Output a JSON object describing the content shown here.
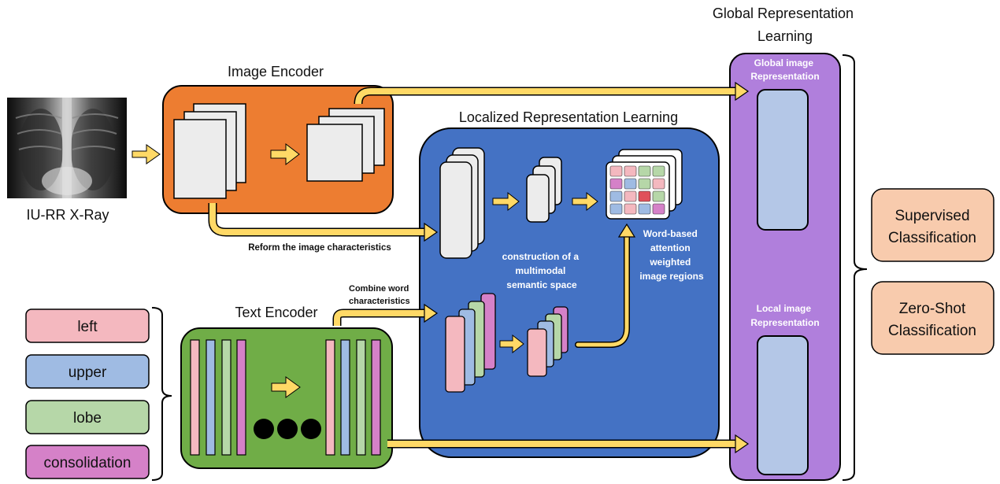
{
  "xray": {
    "label": "IU-RR X-Ray"
  },
  "image_encoder": {
    "title": "Image Encoder"
  },
  "text_encoder": {
    "title": "Text Encoder"
  },
  "localized": {
    "title": "Localized Representation Learning",
    "construction_lines": [
      "construction of a",
      "multimodal",
      "semantic space"
    ],
    "word_based_lines": [
      "Word-based",
      "attention",
      "weighted",
      "image regions"
    ]
  },
  "global": {
    "title_lines": [
      "Global Representation",
      "Learning"
    ],
    "global_image_lines": [
      "Global image",
      "Representation"
    ],
    "local_image_lines": [
      "Local image",
      "Representation"
    ]
  },
  "annotations": {
    "reform": "Reform the image characteristics",
    "combine_lines": [
      "Combine word",
      "characteristics"
    ]
  },
  "words": [
    {
      "text": "left",
      "color": "#f4b8bf"
    },
    {
      "text": "upper",
      "color": "#9fbbe3"
    },
    {
      "text": "lobe",
      "color": "#b6d7a8"
    },
    {
      "text": "consolidation",
      "color": "#d581c8"
    }
  ],
  "outputs": [
    {
      "lines": [
        "Supervised",
        "Classification"
      ]
    },
    {
      "lines": [
        "Zero-Shot",
        "Classification"
      ]
    }
  ],
  "colors": {
    "image_encoder": "#ed7d31",
    "localized": "#4472c4",
    "text_encoder": "#70ad47",
    "global": "#b07fdc",
    "arrow": "#ffd966",
    "output_box": "#f8cbad",
    "rep_bar": "#b4c7e7"
  }
}
